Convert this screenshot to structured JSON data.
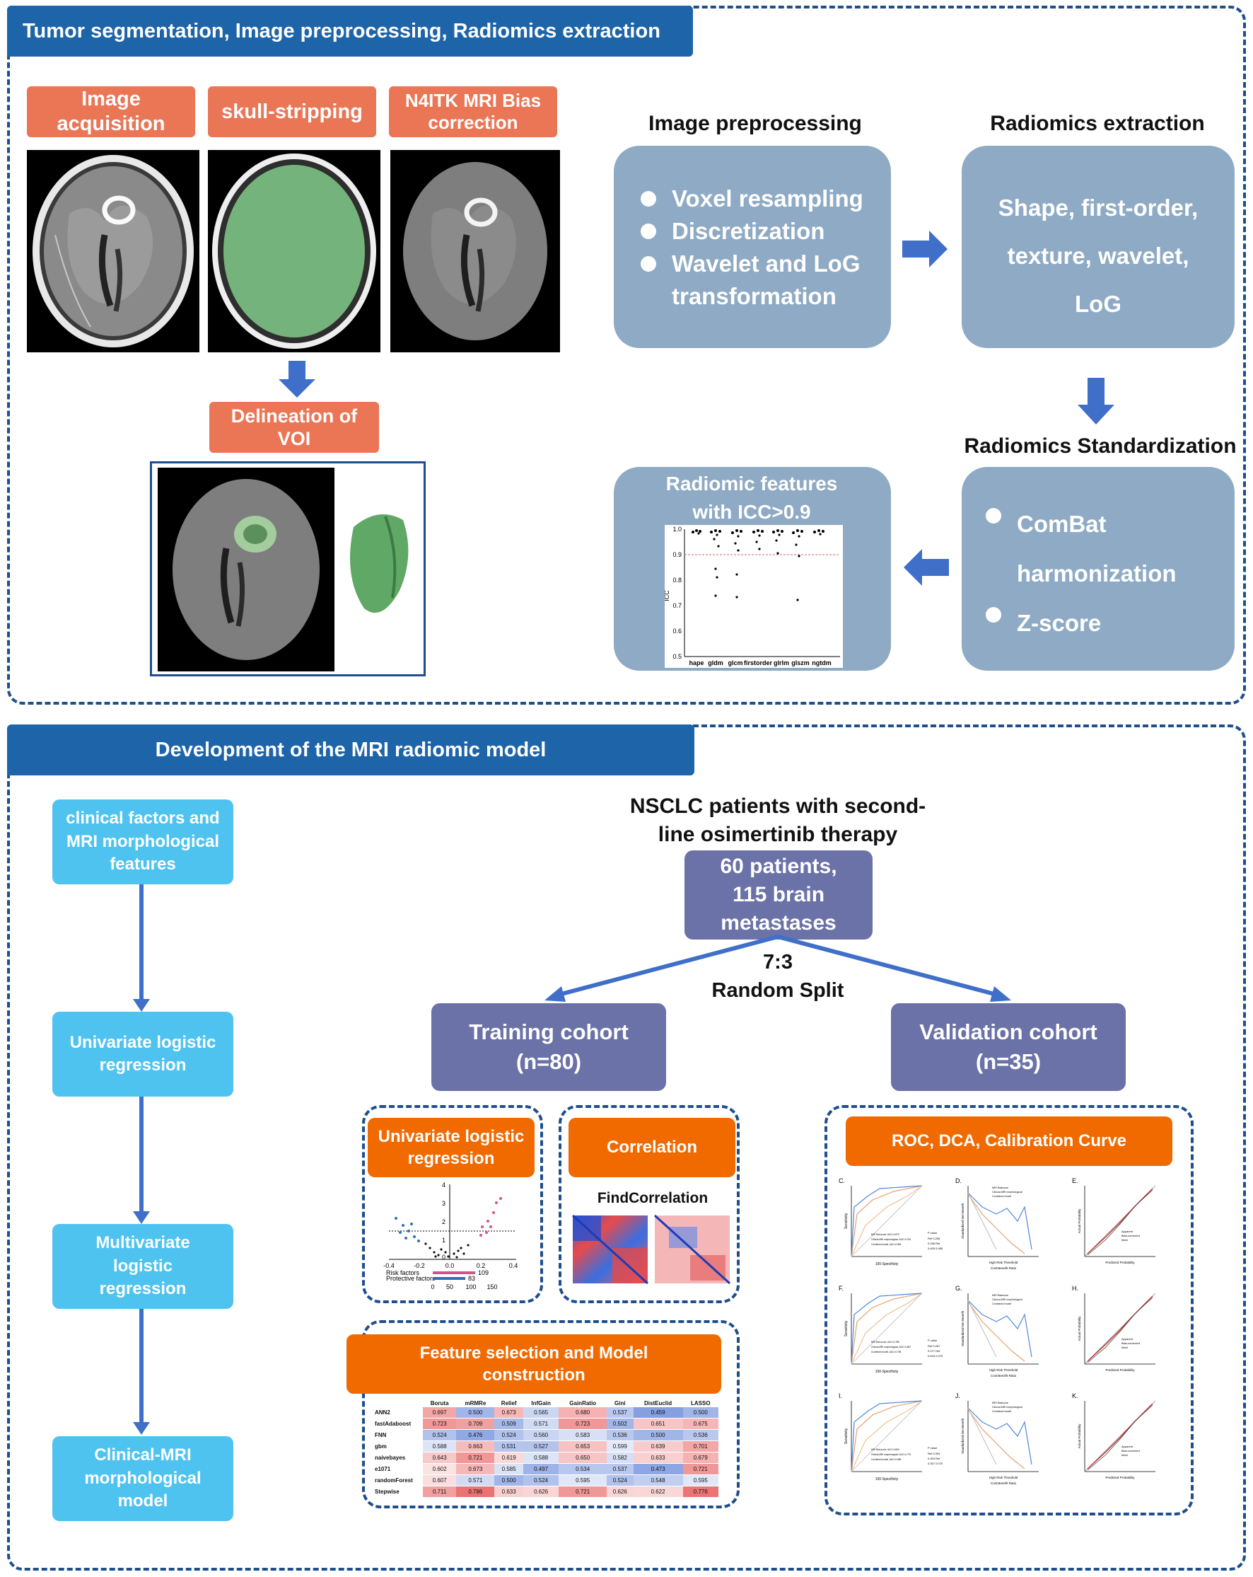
{
  "top_panel": {
    "title": "Tumor segmentation, Image preprocessing, Radiomics extraction",
    "steps": {
      "image_acquisition": "Image acquisition",
      "skull_stripping": "skull-stripping",
      "bias_correction": "N4ITK MRI Bias correction",
      "delineation": "Delineation of VOI"
    },
    "preprocessing": {
      "heading": "Image preprocessing",
      "items": [
        "Voxel resampling",
        "Discretization",
        "Wavelet and LoG transformation"
      ]
    },
    "extraction": {
      "heading": "Radiomics extraction",
      "lines": [
        "Shape, first-order,",
        "texture, wavelet,",
        "LoG"
      ]
    },
    "standardization": {
      "heading": "Radiomics Standardization",
      "items": [
        "ComBat harmonization",
        "Z-score"
      ]
    },
    "icc": {
      "title": "Radiomic features with ICC>0.9",
      "y_label": "ICC",
      "y_ticks": [
        "1.0",
        "0.9",
        "0.8",
        "0.7",
        "0.6",
        "0.5"
      ],
      "x_ticks": [
        "hape",
        "gldm",
        "glcm",
        "firstorder",
        "glrlm",
        "glszm",
        "ngtdm"
      ]
    }
  },
  "bottom_panel": {
    "title": "Development of the MRI radiomic model",
    "left_flow": [
      "clinical factors and MRI morphological features",
      "Univariate logistic regression",
      "Multivariate logistic regression",
      "Clinical-MRI morphological model"
    ],
    "population": "NSCLC patients with second-line osimertinib therapy",
    "patients": "60 patients, 115 brain metastases",
    "split": [
      "7:3",
      "Random Split"
    ],
    "training": "Training cohort (n=80)",
    "validation": "Validation cohort (n=35)",
    "univariate": {
      "title": "Univariate logistic regression",
      "x_ticks": [
        "-0.4",
        "-0.2",
        "0.0",
        "0.2",
        "0.4"
      ],
      "y_ticks": [
        "4",
        "3",
        "2",
        "1",
        "0"
      ],
      "legend": [
        "Risk factors",
        "Protective factors"
      ],
      "legend_counts": [
        "109",
        "83"
      ],
      "count_ticks": [
        "0",
        "50",
        "100",
        "150"
      ]
    },
    "correlation": {
      "title": "Correlation",
      "label": "FindCorrelation"
    },
    "feature_selection": {
      "title": "Feature selection and Model construction",
      "columns": [
        "Boruta",
        "mRMRe",
        "Relief",
        "InfGain",
        "GainRatio",
        "Gini",
        "DistEuclid",
        "LASSO"
      ],
      "rows": [
        {
          "name": "ANN2",
          "values": [
            "0.697",
            "0.500",
            "0.673",
            "0.565",
            "0.680",
            "0.537",
            "0.459",
            "0.500"
          ]
        },
        {
          "name": "fastAdaboost",
          "values": [
            "0.723",
            "0.709",
            "0.509",
            "0.571",
            "0.723",
            "0.502",
            "0.651",
            "0.675"
          ]
        },
        {
          "name": "FNN",
          "values": [
            "0.524",
            "0.476",
            "0.524",
            "0.560",
            "0.583",
            "0.536",
            "0.500",
            "0.536"
          ]
        },
        {
          "name": "gbm",
          "values": [
            "0.588",
            "0.663",
            "0.531",
            "0.527",
            "0.653",
            "0.599",
            "0.639",
            "0.701"
          ]
        },
        {
          "name": "naivebayes",
          "values": [
            "0.643",
            "0.721",
            "0.619",
            "0.588",
            "0.650",
            "0.582",
            "0.633",
            "0.679"
          ]
        },
        {
          "name": "e1071",
          "values": [
            "0.602",
            "0.673",
            "0.585",
            "0.497",
            "0.534",
            "0.537",
            "0.473",
            "0.721"
          ]
        },
        {
          "name": "randomForest",
          "values": [
            "0.607",
            "0.571",
            "0.500",
            "0.524",
            "0.595",
            "0.524",
            "0.548",
            "0.595"
          ]
        },
        {
          "name": "Stepwise",
          "values": [
            "0.711",
            "0.786",
            "0.633",
            "0.626",
            "0.721",
            "0.626",
            "0.622",
            "0.776"
          ]
        }
      ]
    },
    "curves": {
      "title": "ROC, DCA, Calibration Curve",
      "panel_letters": [
        "C.",
        "D.",
        "E.",
        "F.",
        "G.",
        "H.",
        "I.",
        "J.",
        "K."
      ],
      "roc_x_label": "100-Specificity",
      "roc_y_label": "Sensitivity",
      "dca_x_label": "High Risk Threshold",
      "dca_x_label2": "Cost:Benefit Ratio",
      "dca_y_label": "Standardized Net Benefit",
      "cal_x_label": "Predicted Probability",
      "cal_y_label": "Actual Probability",
      "roc_legends": [
        [
          "MRI Rad-score, AUC=0.879",
          "Clinical-MRI morphological, AUC=0.794",
          "Combined model, AUC=0.894"
        ],
        [
          "MRI Rad-score, AUC=0.786",
          "Clinical-MRI morphological, AUC=0.687",
          "Combined model, AUC=0.795"
        ],
        [
          "MRI Rad-score, AUC=0.833",
          "Clinical-MRI morphological, AUC=0.775",
          "Combined model, AUC=0.898"
        ]
      ],
      "dca_legend": [
        "MRI Radscore",
        "Clinical-MRI morphological",
        "Combined model"
      ],
      "cal_legend": [
        "Apparent",
        "Bias-corrected",
        "Ideal"
      ],
      "p_tables": [
        {
          "header": "P value",
          "rows": [
            "Ref  0.256",
            "0.256  Ref",
            "0.405  0.085"
          ]
        },
        {
          "header": "P value",
          "rows": [
            "Ref  0.287",
            "0.077  Ref",
            "0.618  0.079"
          ]
        },
        {
          "header": "P value",
          "rows": [
            "Ref  0.394",
            "0.394  Ref",
            "0.307  0.070"
          ]
        }
      ]
    }
  },
  "colors": {
    "frame": "#1f4e8c",
    "title_bar": "#1e64a8",
    "salmon": "#ea7656",
    "orange": "#f06a00",
    "gray_blue": "#8eaac4",
    "cyan": "#4fc3f0",
    "slate": "#6b72a7",
    "arrow": "#3f6fc9",
    "green_mask": "#74b47c"
  }
}
